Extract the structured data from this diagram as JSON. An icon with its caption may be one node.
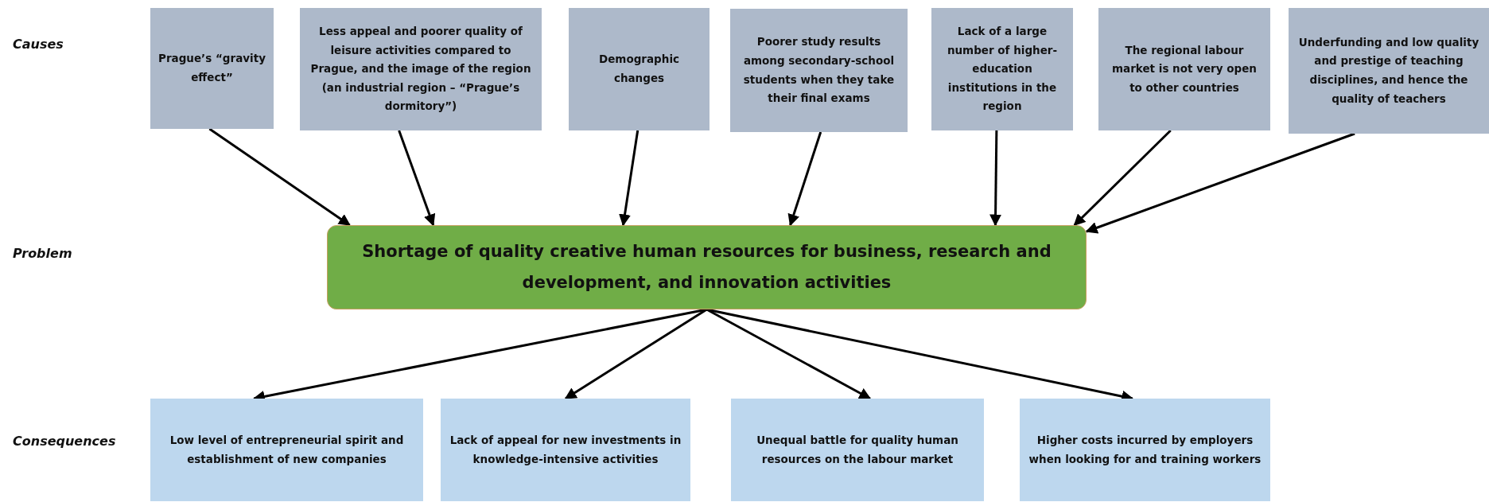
{
  "diagram": {
    "nodes": [
      {
        "text": [
          "Prague’s “gravity effect”"
        ]
      },
      {
        "text": [
          "Less appeal and poorer quality of leisure activities compared to Prague, and the image of the region (an industrial region – “Prague’s dormitory”)"
        ]
      },
      {
        "text": [
          "Demographic changes"
        ]
      },
      {
        "text": [
          "Poorer study results among secondary-school students when they take their final exams"
        ]
      },
      {
        "text": [
          "Lack of a large number of higher-education institutions in the region"
        ]
      },
      {
        "text": [
          "The regional labour market is not very open to other countries"
        ]
      },
      {
        "text": [
          "Underfunding and low quality and prestige of teaching disciplines, and hence the quality of teachers"
        ]
      },
      {
        "text": [
          "Shortage of quality creative human resources for business, research and development, and innovation activities"
        ]
      },
      {
        "text": [
          "Low level of entrepreneurial  spirit and establishment of new companies"
        ]
      },
      {
        "text": [
          "Lack of appeal for new investments in knowledge-intensive activities"
        ]
      },
      {
        "text": [
          "Unequal battle for quality human resources on the labour market"
        ]
      },
      {
        "text": [
          "Higher costs incurred  by employers when looking for and training workers"
        ]
      }
    ],
    "edges": [
      {
        "from": 0,
        "to": 7,
        "arrow": "to"
      },
      {
        "from": 1,
        "to": 7,
        "arrow": "to"
      },
      {
        "from": 2,
        "to": 7,
        "arrow": "to"
      },
      {
        "from": 3,
        "to": 7,
        "arrow": "to"
      },
      {
        "from": 4,
        "to": 7,
        "arrow": "to"
      },
      {
        "from": 5,
        "to": 7,
        "arrow": "to"
      },
      {
        "from": 6,
        "to": 7,
        "arrow": "to"
      },
      {
        "from": 7,
        "to": 8,
        "arrow": "to"
      },
      {
        "from": 7,
        "to": 9,
        "arrow": "to"
      },
      {
        "from": 7,
        "to": 10,
        "arrow": "to"
      },
      {
        "from": 7,
        "to": 11,
        "arrow": "to"
      }
    ],
    "labels": [
      "Causes",
      "Problem",
      "Consequences"
    ]
  }
}
